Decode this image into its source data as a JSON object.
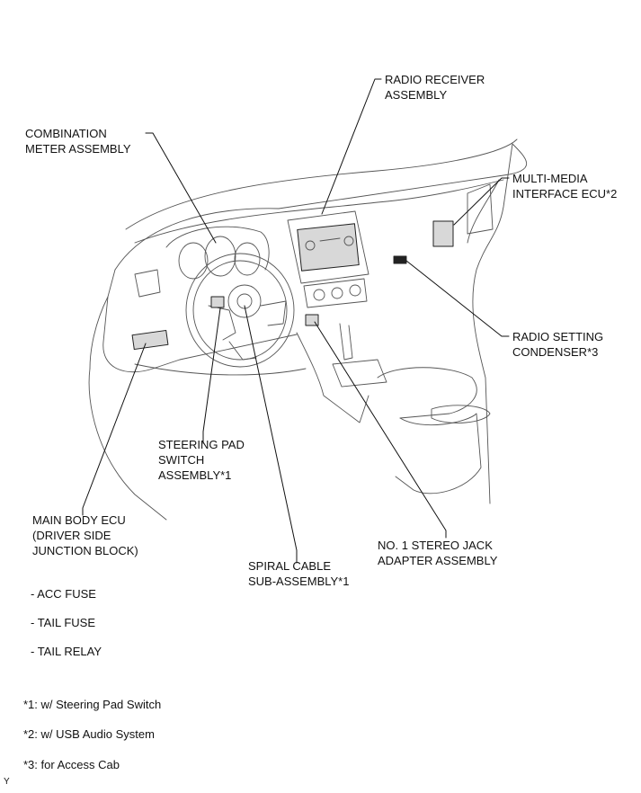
{
  "labels": {
    "radio_receiver": "RADIO RECEIVER\nASSEMBLY",
    "combination_meter": "COMBINATION\nMETER ASSEMBLY",
    "multimedia_ecu": "MULTI-MEDIA\nINTERFACE ECU*2",
    "radio_setting_condenser": "RADIO SETTING\nCONDENSER*3",
    "steering_pad_switch": "STEERING PAD\nSWITCH\nASSEMBLY*1",
    "main_body_ecu": "MAIN BODY ECU\n(DRIVER SIDE\nJUNCTION BLOCK)",
    "spiral_cable": "SPIRAL CABLE\nSUB-ASSEMBLY*1",
    "stereo_jack": "NO. 1 STEREO JACK\nADAPTER ASSEMBLY"
  },
  "fuse_items": [
    "- ACC FUSE",
    "- TAIL FUSE",
    "- TAIL RELAY"
  ],
  "footnotes": [
    "*1: w/ Steering Pad Switch",
    "*2: w/ USB Audio System",
    "*3: for Access Cab"
  ],
  "corner_mark": "Y"
}
